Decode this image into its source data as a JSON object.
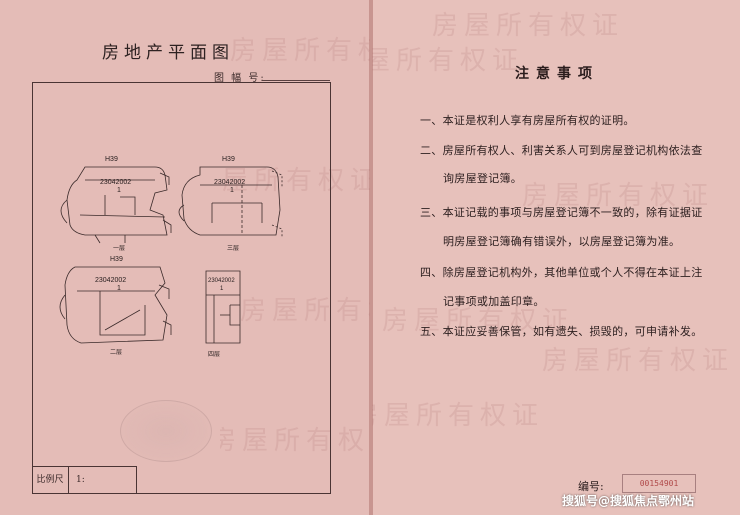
{
  "left_page": {
    "title": "房地产平面图",
    "sheet_no_label": "图 幅 号:",
    "scale_label": "比例尺",
    "scale_value": "1:",
    "plans": [
      {
        "code": "H39",
        "parcel": "23042002",
        "unit": "1",
        "floor": "一层"
      },
      {
        "code": "H39",
        "parcel": "23042002",
        "unit": "1",
        "floor": "三层"
      },
      {
        "code": "H39",
        "parcel": "23042002",
        "unit": "1",
        "floor": "二层"
      },
      {
        "code": "",
        "parcel": "23042002",
        "unit": "1",
        "floor": "四层"
      }
    ]
  },
  "right_page": {
    "title": "注意事项",
    "items": [
      {
        "line1": "一、本证是权利人享有房屋所有权的证明。",
        "line2": ""
      },
      {
        "line1": "二、房屋所有权人、利害关系人可到房屋登记机构依法查",
        "line2": "询房屋登记簿。"
      },
      {
        "line1": "三、本证记载的事项与房屋登记簿不一致的，除有证据证",
        "line2": "明房屋登记簿确有错误外，以房屋登记簿为准。"
      },
      {
        "line1": "四、除房屋登记机构外，其他单位或个人不得在本证上注",
        "line2": "记事项或加盖印章。"
      },
      {
        "line1": "五、本证应妥善保管，如有遗失、损毁的，可申请补发。",
        "line2": ""
      }
    ],
    "number_label": "编号:",
    "number_value": "00154901"
  },
  "watermark": {
    "text": "房屋所有权证"
  },
  "brand_overlay": "搜狐号@搜狐焦点鄂州站"
}
